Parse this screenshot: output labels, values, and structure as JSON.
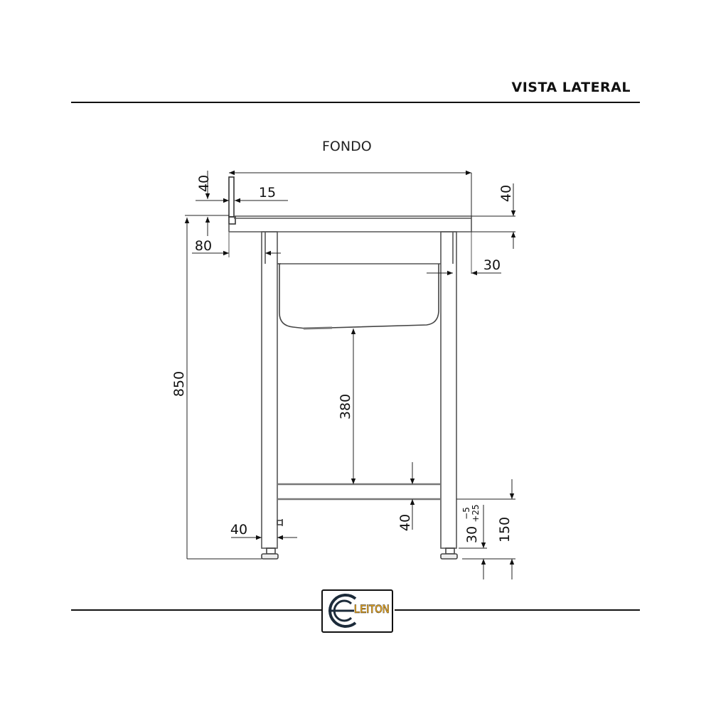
{
  "header": {
    "title": "VISTA LATERAL"
  },
  "drawing": {
    "view_label": "FONDO",
    "dimensions": {
      "backsplash_height": "40",
      "backsplash_thickness": "15",
      "top_thickness": "40",
      "leg_offset_front": "80",
      "leg_offset_rear": "30",
      "total_height": "850",
      "shelf_clearance": "380",
      "shelf_thickness": "40",
      "leg_width": "40",
      "foot_adjust": "30",
      "foot_tol_minus": "−5",
      "foot_tol_plus": "+25",
      "shelf_height": "150"
    }
  },
  "logo": {
    "text": "LEITON",
    "colors": {
      "text": "#e0a020",
      "outline": "#111111"
    }
  }
}
